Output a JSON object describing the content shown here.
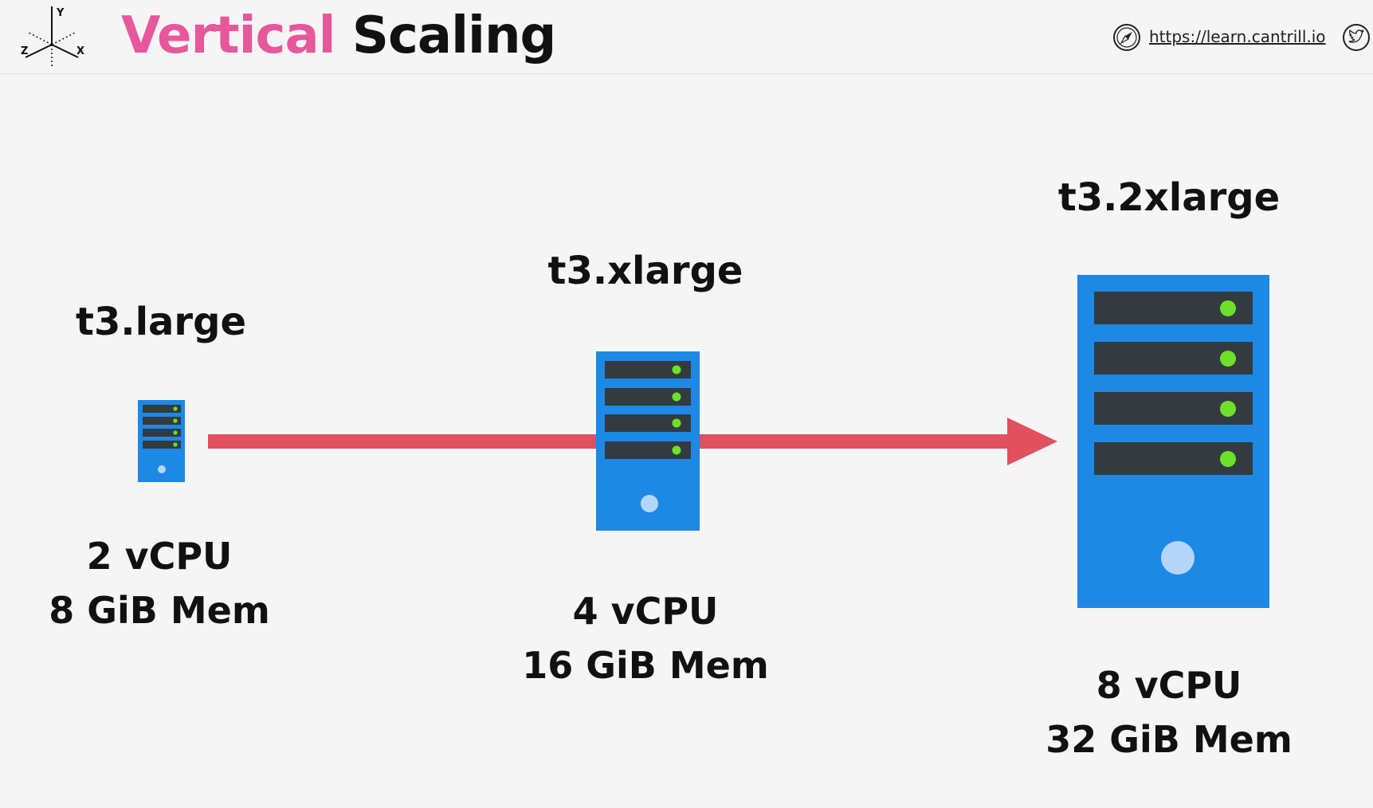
{
  "header": {
    "title_word1": "Vertical",
    "title_word2": "Scaling",
    "link": "https://learn.cantrill.io",
    "axis_labels": {
      "y": "Y",
      "x": "X",
      "z": "Z"
    }
  },
  "colors": {
    "accent_pink": "#e8579c",
    "arrow_red": "#e0505e",
    "server_blue": "#1e88e5",
    "drive_dark": "#333b40",
    "led_green": "#6ee02a",
    "power_light": "#b3d6f8"
  },
  "instances": [
    {
      "name": "t3.large",
      "cpu": "2 vCPU",
      "mem": "8 GiB Mem"
    },
    {
      "name": "t3.xlarge",
      "cpu": "4 vCPU",
      "mem": "16 GiB Mem"
    },
    {
      "name": "t3.2xlarge",
      "cpu": "8 vCPU",
      "mem": "32 GiB Mem"
    }
  ]
}
